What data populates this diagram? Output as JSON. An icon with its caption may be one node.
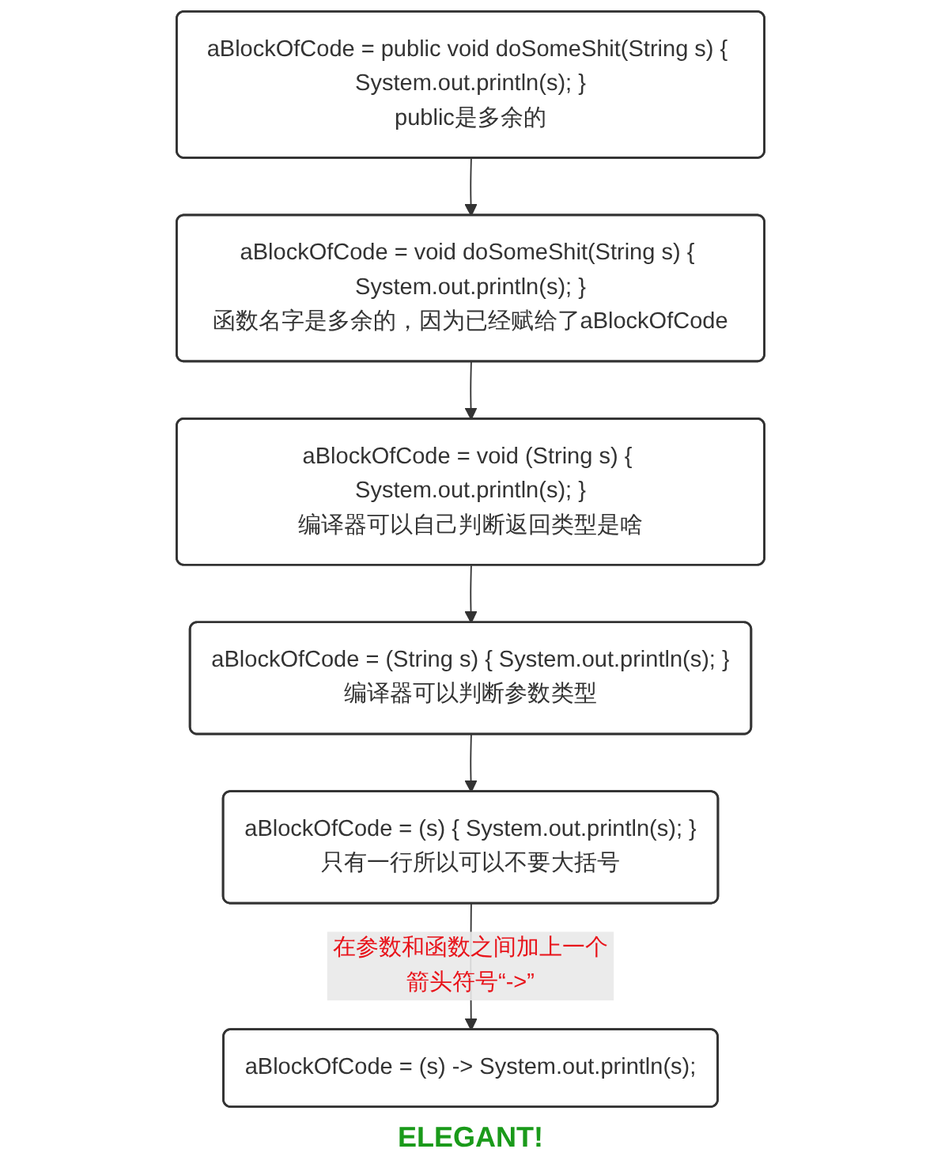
{
  "diagram": {
    "nodes": [
      {
        "text": [
          "aBlockOfCode = public void doSomeShit(String s) { System.out.println(s); }",
          "public是多余的"
        ]
      },
      {
        "text": [
          "aBlockOfCode = void doSomeShit(String s) { System.out.println(s); }",
          "函数名字是多余的，因为已经赋给了aBlockOfCode"
        ]
      },
      {
        "text": [
          "aBlockOfCode = void (String s) { System.out.println(s); }",
          "编译器可以自己判断返回类型是啥"
        ]
      },
      {
        "text": [
          "aBlockOfCode = (String s) { System.out.println(s); }",
          "编译器可以判断参数类型"
        ]
      },
      {
        "text": [
          "aBlockOfCode = (s) { System.out.println(s); }",
          "只有一行所以可以不要大括号"
        ]
      },
      {
        "text": [
          "aBlockOfCode = (s) -> System.out.println(s);"
        ],
        "beside": [
          "ELEGANT!"
        ]
      }
    ],
    "edges": [
      {
        "from": 0,
        "to": 1,
        "arrow": "to"
      },
      {
        "from": 1,
        "to": 2,
        "arrow": "to"
      },
      {
        "from": 2,
        "to": 3,
        "arrow": "to"
      },
      {
        "from": 3,
        "to": 4,
        "arrow": "to"
      },
      {
        "from": 4,
        "to": 5,
        "arrow": "to",
        "label": "在参数和函数之间加上一个箭头符号“->”"
      }
    ]
  }
}
